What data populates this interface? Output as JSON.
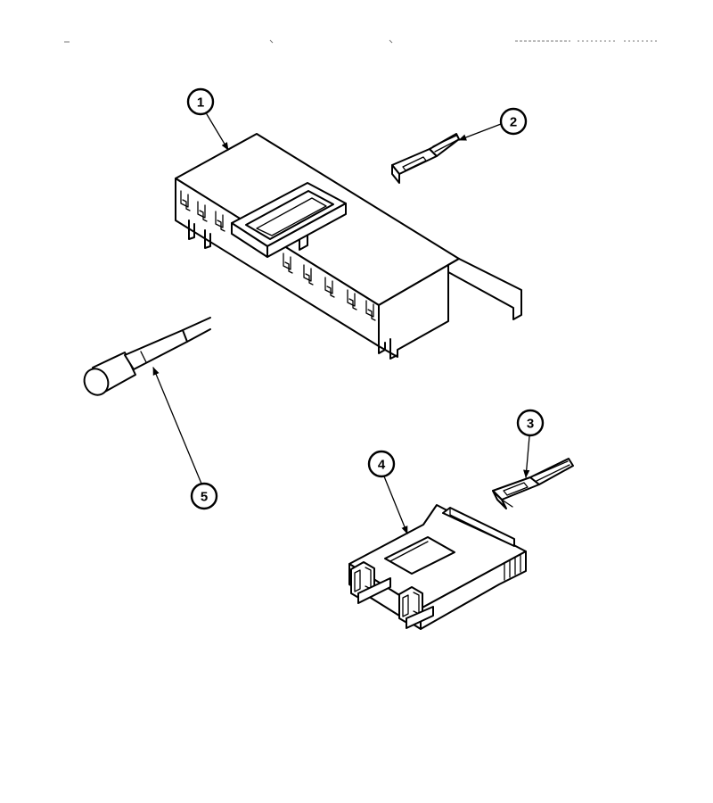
{
  "header": {
    "scan_text": ""
  },
  "callouts": [
    {
      "id": "1",
      "label": "1"
    },
    {
      "id": "2",
      "label": "2"
    },
    {
      "id": "3",
      "label": "3"
    },
    {
      "id": "4",
      "label": "4"
    },
    {
      "id": "5",
      "label": "5"
    }
  ]
}
